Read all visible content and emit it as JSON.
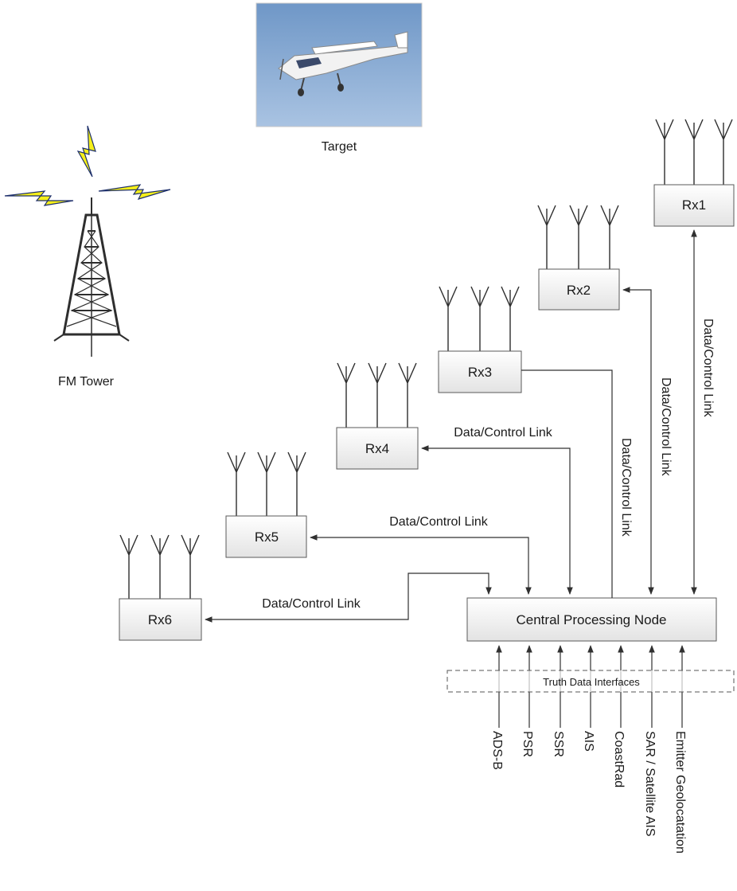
{
  "target": {
    "caption": "Target"
  },
  "tower": {
    "caption": "FM Tower"
  },
  "receivers": [
    "Rx1",
    "Rx2",
    "Rx3",
    "Rx4",
    "Rx5",
    "Rx6"
  ],
  "central_node": {
    "label": "Central Processing Node"
  },
  "links": {
    "label": "Data/Control Link"
  },
  "truth_interfaces": {
    "label": "Truth Data Interfaces",
    "sources": [
      "ADS-B",
      "PSR",
      "SSR",
      "AIS",
      "CoastRad",
      "SAR / Satellite AIS",
      "Emitter Geolocatation"
    ]
  },
  "colors": {
    "box_fill_top": "#ffffff",
    "box_fill_bottom": "#e4e4e4",
    "box_stroke": "#5a5a5a",
    "line": "#303030",
    "lightning": "#f5ef1a",
    "sky": "#7ea3cf"
  }
}
